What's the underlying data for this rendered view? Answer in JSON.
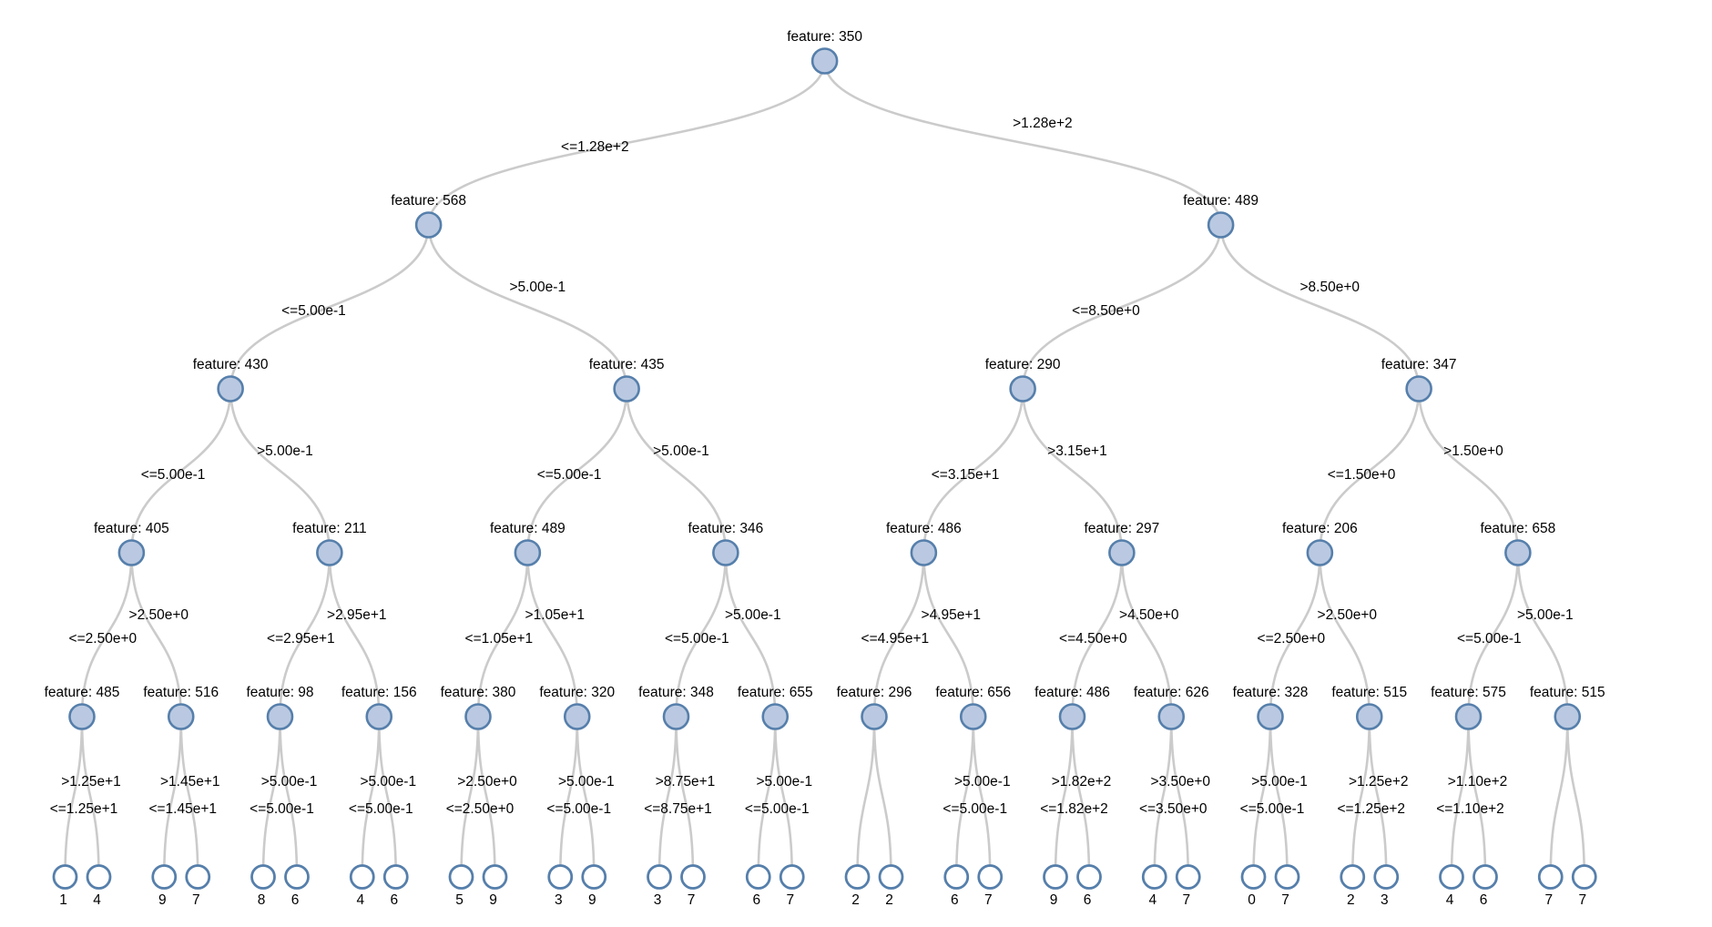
{
  "diagram": {
    "type": "decision-tree",
    "node_label_prefix": "feature: ",
    "le_operator": "<=",
    "gt_operator": ">",
    "colors": {
      "background": "#ffffff",
      "edge": "#cbcbcb",
      "internal_node_fill": "#bac9e1",
      "node_stroke": "#567fab",
      "leaf_node_fill": "#ffffff",
      "label_text": "#000000"
    },
    "tree": {
      "feature": "350",
      "threshold": "1.28e+2",
      "children": [
        {
          "feature": "568",
          "threshold": "5.00e-1",
          "children": [
            {
              "feature": "430",
              "threshold": "5.00e-1",
              "children": [
                {
                  "feature": "405",
                  "threshold": "2.50e+0",
                  "children": [
                    {
                      "feature": "485",
                      "threshold": "1.25e+1",
                      "children": [
                        {
                          "value": "1"
                        },
                        {
                          "value": "4"
                        }
                      ]
                    },
                    {
                      "feature": "516",
                      "threshold": "1.45e+1",
                      "children": [
                        {
                          "value": "9"
                        },
                        {
                          "value": "7"
                        }
                      ]
                    }
                  ]
                },
                {
                  "feature": "211",
                  "threshold": "2.95e+1",
                  "children": [
                    {
                      "feature": "98",
                      "threshold": "5.00e-1",
                      "children": [
                        {
                          "value": "8"
                        },
                        {
                          "value": "6"
                        }
                      ]
                    },
                    {
                      "feature": "156",
                      "threshold": "5.00e-1",
                      "children": [
                        {
                          "value": "4"
                        },
                        {
                          "value": "6"
                        }
                      ]
                    }
                  ]
                }
              ]
            },
            {
              "feature": "435",
              "threshold": "5.00e-1",
              "children": [
                {
                  "feature": "489",
                  "threshold": "1.05e+1",
                  "children": [
                    {
                      "feature": "380",
                      "threshold": "2.50e+0",
                      "children": [
                        {
                          "value": "5"
                        },
                        {
                          "value": "9"
                        }
                      ]
                    },
                    {
                      "feature": "320",
                      "threshold": "5.00e-1",
                      "children": [
                        {
                          "value": "3"
                        },
                        {
                          "value": "9"
                        }
                      ]
                    }
                  ]
                },
                {
                  "feature": "346",
                  "threshold": "5.00e-1",
                  "children": [
                    {
                      "feature": "348",
                      "threshold": "8.75e+1",
                      "children": [
                        {
                          "value": "3"
                        },
                        {
                          "value": "7"
                        }
                      ]
                    },
                    {
                      "feature": "655",
                      "threshold": "5.00e-1",
                      "children": [
                        {
                          "value": "6"
                        },
                        {
                          "value": "7"
                        }
                      ]
                    }
                  ]
                }
              ]
            }
          ]
        },
        {
          "feature": "489",
          "threshold": "8.50e+0",
          "children": [
            {
              "feature": "290",
              "threshold": "3.15e+1",
              "children": [
                {
                  "feature": "486",
                  "threshold": "4.95e+1",
                  "children": [
                    {
                      "feature": "296",
                      "threshold": null,
                      "children": [
                        {
                          "value": "2"
                        },
                        {
                          "value": "2"
                        }
                      ]
                    },
                    {
                      "feature": "656",
                      "threshold": "5.00e-1",
                      "children": [
                        {
                          "value": "6"
                        },
                        {
                          "value": "7"
                        }
                      ]
                    }
                  ]
                },
                {
                  "feature": "297",
                  "threshold": "4.50e+0",
                  "children": [
                    {
                      "feature": "486",
                      "threshold": "1.82e+2",
                      "children": [
                        {
                          "value": "9"
                        },
                        {
                          "value": "6"
                        }
                      ]
                    },
                    {
                      "feature": "626",
                      "threshold": "3.50e+0",
                      "children": [
                        {
                          "value": "4"
                        },
                        {
                          "value": "7"
                        }
                      ]
                    }
                  ]
                }
              ]
            },
            {
              "feature": "347",
              "threshold": "1.50e+0",
              "children": [
                {
                  "feature": "206",
                  "threshold": "2.50e+0",
                  "children": [
                    {
                      "feature": "328",
                      "threshold": "5.00e-1",
                      "children": [
                        {
                          "value": "0"
                        },
                        {
                          "value": "7"
                        }
                      ]
                    },
                    {
                      "feature": "515",
                      "threshold": "1.25e+2",
                      "children": [
                        {
                          "value": "2"
                        },
                        {
                          "value": "3"
                        }
                      ]
                    }
                  ]
                },
                {
                  "feature": "658",
                  "threshold": "5.00e-1",
                  "children": [
                    {
                      "feature": "575",
                      "threshold": "1.10e+2",
                      "children": [
                        {
                          "value": "4"
                        },
                        {
                          "value": "6"
                        }
                      ]
                    },
                    {
                      "feature": "515",
                      "threshold": null,
                      "children": [
                        {
                          "value": "7"
                        },
                        {
                          "value": "7"
                        }
                      ]
                    }
                  ]
                }
              ]
            }
          ]
        }
      ]
    }
  }
}
